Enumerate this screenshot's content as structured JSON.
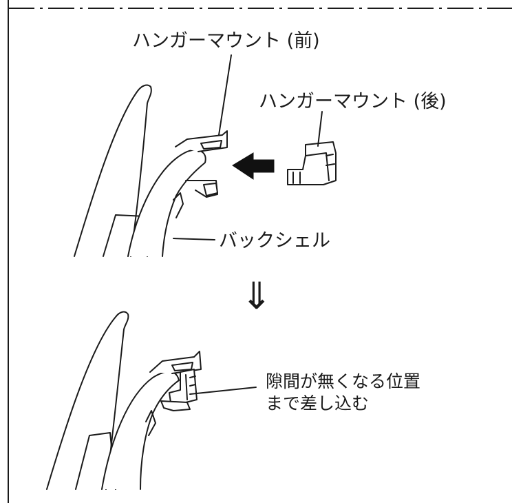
{
  "labels": {
    "front_mount": "ハンガーマウント (前)",
    "rear_mount": "ハンガーマウント (後)",
    "back_shell": "バックシェル",
    "instruction_line1": "隙間が無くなる位置",
    "instruction_line2": "まで差し込む"
  },
  "symbols": {
    "down_arrow": "⇓"
  },
  "colors": {
    "line": "#1a1a1a",
    "fill": "#ffffff",
    "arrow": "#111111"
  }
}
